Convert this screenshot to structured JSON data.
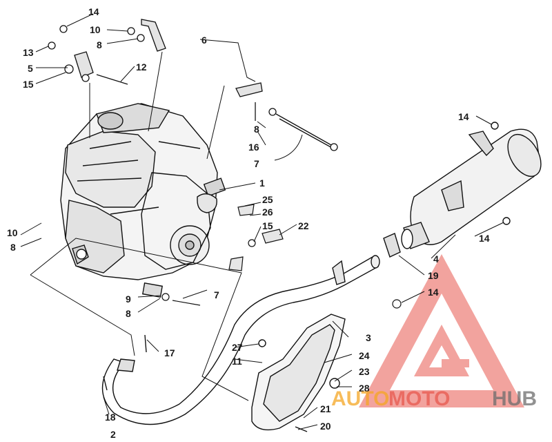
{
  "diagram": {
    "callouts": {
      "c1": "1",
      "c2": "2",
      "c3": "3",
      "c4": "4",
      "c5": "5",
      "c6": "6",
      "c7a": "7",
      "c7b": "7",
      "c8a": "8",
      "c8b": "8",
      "c8c": "8",
      "c8d": "8",
      "c9": "9",
      "c10a": "10",
      "c10b": "10",
      "c11": "11",
      "c12": "12",
      "c13": "13",
      "c14a": "14",
      "c14b": "14",
      "c14c": "14",
      "c14d": "14",
      "c15a": "15",
      "c15b": "15",
      "c16": "16",
      "c17": "17",
      "c18": "18",
      "c19": "19",
      "c20": "20",
      "c21": "21",
      "c22": "22",
      "c23": "23",
      "c24": "24",
      "c25": "25",
      "c26": "26",
      "c27": "27",
      "c28": "28"
    }
  },
  "watermark": {
    "part1": "AUTO",
    "part2": "MOTO",
    "part3": "HUB",
    "color_red": "#e8594f",
    "color_orange": "#f5a623",
    "color_gray": "#6d6d6d"
  }
}
